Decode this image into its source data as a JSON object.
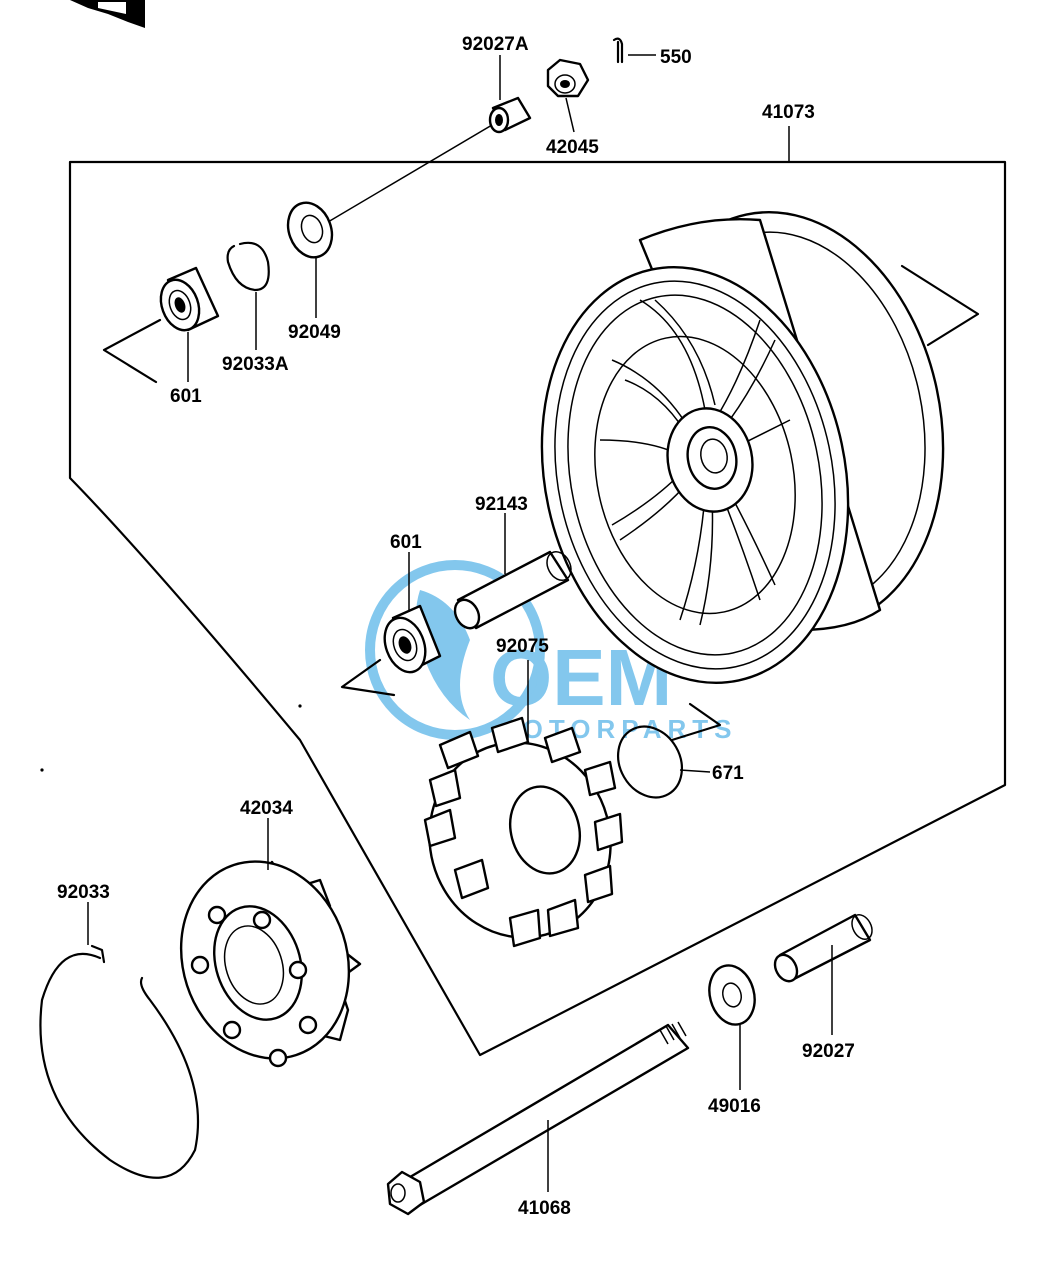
{
  "watermark": {
    "brand": "OEM",
    "tagline": "MOTORPARTS",
    "color": "#1e9ae0"
  },
  "colors": {
    "ink": "#000000",
    "paper": "#ffffff"
  },
  "labels": {
    "p92027A": "92027A",
    "p550": "550",
    "p42045": "42045",
    "p41073": "41073",
    "p92049": "92049",
    "p92033A": "92033A",
    "p601_top": "601",
    "p601_mid": "601",
    "p92143": "92143",
    "p92075": "92075",
    "p671": "671",
    "p42034": "42034",
    "p92033": "92033",
    "p92027": "92027",
    "p49016": "49016",
    "p41068": "41068"
  }
}
